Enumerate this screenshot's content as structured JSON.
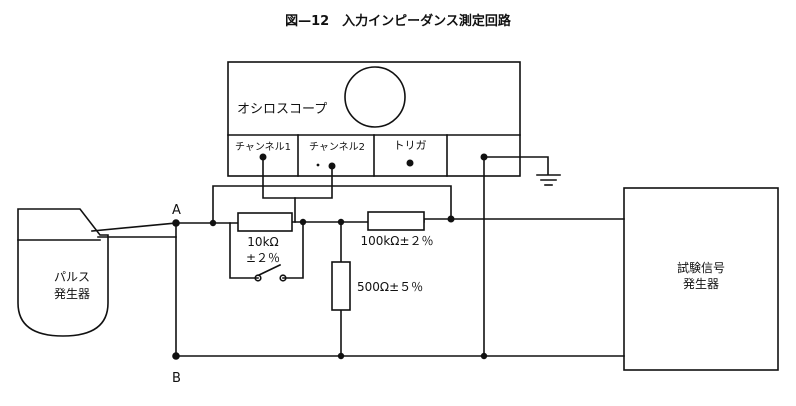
{
  "title": "図—12　入力インピーダンス測定回路",
  "oscilloscope": {
    "label": "オシロスコープ",
    "channel1": "チャンネル1",
    "channel2": "チャンネル2",
    "trigger": "トリガ"
  },
  "pulse_generator": {
    "line1": "パルス",
    "line2": "発生器"
  },
  "test_generator": {
    "line1": "試験信号",
    "line2": "発生器"
  },
  "nodes": {
    "a": "A",
    "b": "B"
  },
  "resistors": {
    "r1_value": "10kΩ",
    "r1_tol": "±２％",
    "r2": "100kΩ±２％",
    "r3": "500Ω±５％"
  }
}
